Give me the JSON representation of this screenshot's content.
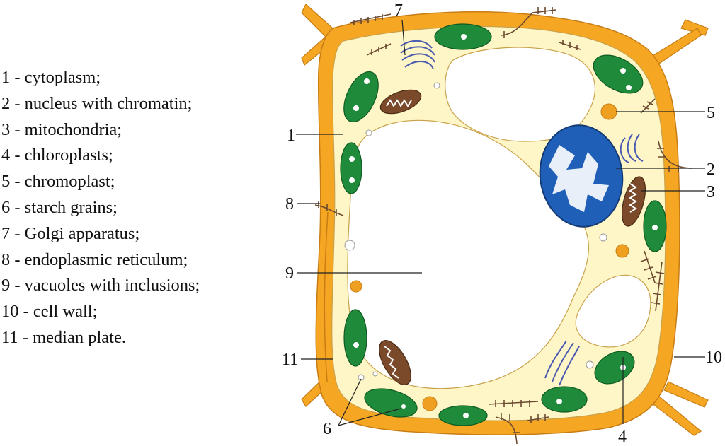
{
  "legend": [
    "1 - cytoplasm;",
    "2 - nucleus with chromatin;",
    "3 - mitochondria;",
    "4 - chloroplasts;",
    "5 - chromoplast;",
    "6 - starch grains;",
    "7 - Golgi apparatus;",
    "8 - endoplasmic reticulum;",
    "9 - vacuoles with inclusions;",
    "10 - cell wall;",
    "11 - median plate."
  ],
  "callouts": {
    "n1": "1",
    "n2": "2",
    "n3": "3",
    "n4": "4",
    "n5": "5",
    "n6": "6",
    "n7": "7",
    "n8": "8",
    "n9": "9",
    "n10": "10",
    "n11": "11"
  },
  "colors": {
    "cell_wall": "#f5a623",
    "cell_wall_edge": "#c77d14",
    "cytoplasm": "#fff6c8",
    "vacuole": "#ffffff",
    "nucleus": "#1f5fb8",
    "chloroplast": "#1f8a3a",
    "mitochondria": "#7a4a2a",
    "chromoplast": "#f0a020",
    "golgi": "#4a5ab0",
    "er": "#6b4a30"
  }
}
